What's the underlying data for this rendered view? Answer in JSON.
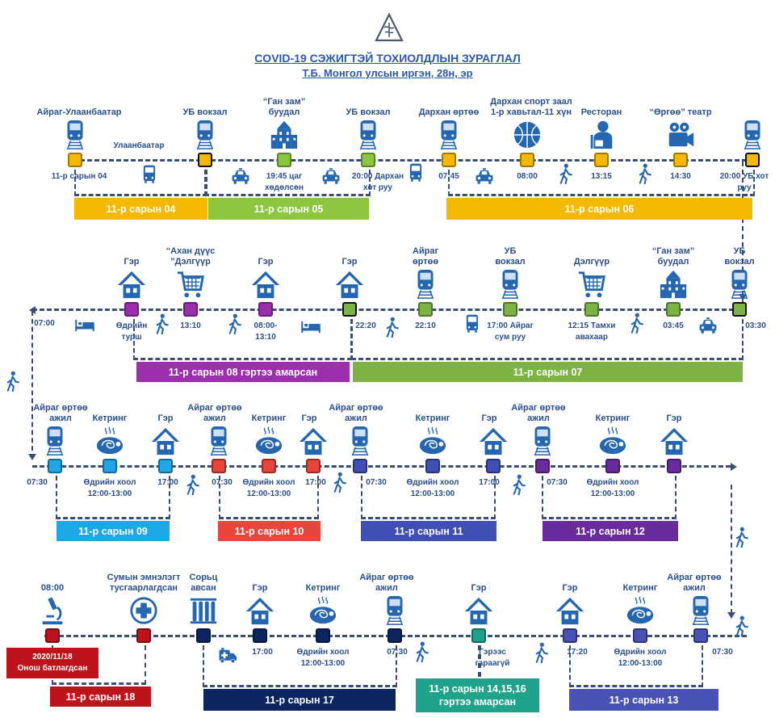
{
  "header": {
    "logo_icon": "medical-triangle-icon",
    "title": "COVID-19 СЭЖИГТЭЙ ТОХИОЛДЛЫН ЗУРАГЛАЛ",
    "subtitle": "Т.Б. Монгол улсын иргэн, 28н, эр"
  },
  "colors": {
    "icon": "#2466b0",
    "line": "#3b4f72",
    "yellow": "#f5b800",
    "green": "#8cc63f",
    "green2": "#7cb342",
    "purple": "#9b2fae",
    "lightblue": "#1ea7e6",
    "red": "#e8453c",
    "indigo": "#3f4fb5",
    "violet": "#6a2c9c",
    "darkred": "#c0121b",
    "navy": "#0b2560",
    "teal": "#1fa38a",
    "blue": "#4a52b8"
  },
  "rows": [
    {
      "nodes": [
        {
          "label": "Айраг-Улаанбаатар",
          "time": "11-р сарын 04",
          "icon": "train",
          "color": "#f5b800"
        },
        {
          "label": "УБ вокзал",
          "time": "",
          "icon": "train",
          "color": "#f5b800"
        },
        {
          "label": "“Ган зам”\nбуудал",
          "time": "19:45 цаг\nхөдөлсөн",
          "icon": "building",
          "color": "#8cc63f"
        },
        {
          "label": "УБ вокзал",
          "time": "20:00 Дархан\nхот руу",
          "icon": "train",
          "color": "#8cc63f"
        },
        {
          "label": "Дархан өртөө",
          "time": "07:45",
          "icon": "train",
          "color": "#f5b800"
        },
        {
          "label": "Дархан спорт заал\n1-р хавьтал-11 хүн",
          "time": "08:00",
          "icon": "basketball",
          "color": "#f5b800"
        },
        {
          "label": "Ресторан",
          "time": "13:15",
          "icon": "restaurant",
          "color": "#f5b800"
        },
        {
          "label": "“Өргөө” театр",
          "time": "14:30",
          "icon": "camera",
          "color": "#f5b800"
        },
        {
          "label": "",
          "time": "20:00 УБ хот\nруу",
          "icon": "train",
          "color": "#f5b800"
        }
      ],
      "transports": [
        {
          "icon": "bus",
          "label": "Улаанбаатар"
        },
        {
          "icon": "car",
          "label": ""
        },
        {
          "icon": "car",
          "label": ""
        },
        {
          "icon": "bus",
          "label": ""
        },
        {
          "icon": "car",
          "label": ""
        },
        {
          "icon": "walk",
          "label": ""
        },
        {
          "icon": "walk",
          "label": ""
        }
      ],
      "bars": [
        {
          "label": "11-р сарын 04",
          "color": "#f5b800"
        },
        {
          "label": "11-р сарын 05",
          "color": "#8cc63f"
        },
        {
          "label": "11-р сарын 06",
          "color": "#f5b800"
        }
      ]
    },
    {
      "nodes": [
        {
          "label": "Гэр",
          "time": "Өдрийн\nтурш",
          "icon": "house",
          "color": "#9b2fae"
        },
        {
          "label": "“Ахан дүүс\n”Дэлгүүр",
          "time": "13:10",
          "icon": "cart",
          "color": "#9b2fae"
        },
        {
          "label": "Гэр",
          "time": "08:00-\n13:10",
          "icon": "house",
          "color": "#9b2fae"
        },
        {
          "label": "Гэр",
          "time": "22:20",
          "icon": "house",
          "color": "#7cb342"
        },
        {
          "label": "Айраг\nөртөө",
          "time": "22:10",
          "icon": "train",
          "color": "#7cb342"
        },
        {
          "label": "УБ\nвокзал",
          "time": "17:00 Айраг\nсум руу",
          "icon": "train",
          "color": "#7cb342"
        },
        {
          "label": "Дэлгүүр",
          "time": "12:15 Тамхи\nавахаар",
          "icon": "cart",
          "color": "#7cb342"
        },
        {
          "label": "“Ган зам”\nбуудал",
          "time": "03:45",
          "icon": "building",
          "color": "#7cb342"
        },
        {
          "label": "УБ\nвокзал",
          "time": "03:30",
          "icon": "train",
          "color": "#7cb342"
        }
      ],
      "transports": [
        {
          "icon": "bed",
          "label": "07:00"
        },
        {
          "icon": "walk",
          "label": ""
        },
        {
          "icon": "walk",
          "label": ""
        },
        {
          "icon": "bed",
          "label": ""
        },
        {
          "icon": "walk",
          "label": ""
        },
        {
          "icon": "bus",
          "label": ""
        },
        {
          "icon": "walk",
          "label": ""
        },
        {
          "icon": "car",
          "label": ""
        }
      ],
      "bars": [
        {
          "label": "11-р сарын 08 гэртээ амарсан",
          "color": "#9b2fae"
        },
        {
          "label": "11-р сарын 07",
          "color": "#7cb342"
        }
      ]
    },
    {
      "nodes": [
        {
          "label": "Айраг өртөө\nажил",
          "time": "07:30",
          "icon": "train",
          "color": "#1ea7e6"
        },
        {
          "label": "Кетринг",
          "time": "Өдрийн хоол\n12:00-13:00",
          "icon": "catering",
          "color": "#1ea7e6"
        },
        {
          "label": "Гэр",
          "time": "17:00",
          "icon": "house",
          "color": "#1ea7e6"
        },
        {
          "label": "Айраг өртөө\nажил",
          "time": "07:30",
          "icon": "train",
          "color": "#e8453c"
        },
        {
          "label": "Кетринг",
          "time": "Өдрийн хоол\n12:00-13:00",
          "icon": "catering",
          "color": "#e8453c"
        },
        {
          "label": "Гэр",
          "time": "17:00",
          "icon": "house",
          "color": "#e8453c"
        },
        {
          "label": "Айраг өртөө\nажил",
          "time": "07:30",
          "icon": "train",
          "color": "#3f4fb5"
        },
        {
          "label": "Кетринг",
          "time": "Өдрийн хоол\n12:00-13:00",
          "icon": "catering",
          "color": "#3f4fb5"
        },
        {
          "label": "Гэр",
          "time": "17:00",
          "icon": "house",
          "color": "#3f4fb5"
        },
        {
          "label": "Айраг өртөө\nажил",
          "time": "07:30",
          "icon": "train",
          "color": "#6a2c9c"
        },
        {
          "label": "Кетринг",
          "time": "Өдрийн хоол\n12:00-13:00",
          "icon": "catering",
          "color": "#6a2c9c"
        },
        {
          "label": "Гэр",
          "time": "",
          "icon": "house",
          "color": "#6a2c9c"
        }
      ],
      "transports": [
        {
          "icon": "walk",
          "label": ""
        },
        {
          "icon": "walk",
          "label": ""
        },
        {
          "icon": "walk",
          "label": ""
        },
        {
          "icon": "walk",
          "label": ""
        },
        {
          "icon": "bed",
          "label": ""
        }
      ],
      "bars": [
        {
          "label": "11-р сарын 09",
          "color": "#1ea7e6"
        },
        {
          "label": "11-р сарын 10",
          "color": "#e8453c"
        },
        {
          "label": "11-р сарын 11",
          "color": "#3f4fb5"
        },
        {
          "label": "11-р сарын 12",
          "color": "#6a2c9c"
        }
      ]
    },
    {
      "nodes": [
        {
          "label": "08:00",
          "time": "",
          "icon": "microscope",
          "color": "#c0121b"
        },
        {
          "label": "Сумын эмнэлэгт\nтусгаарлагдсан",
          "time": "",
          "icon": "medical-cross",
          "color": "#c0121b"
        },
        {
          "label": "Сорьц\nавсан",
          "time": "",
          "icon": "test-tubes",
          "color": "#0b2560"
        },
        {
          "label": "Гэр",
          "time": "17:00",
          "icon": "house",
          "color": "#0b2560"
        },
        {
          "label": "Кетринг",
          "time": "Өдрийн хоол\n12:00-13:00",
          "icon": "catering",
          "color": "#0b2560"
        },
        {
          "label": "Айраг өртөө\nажил",
          "time": "07:30",
          "icon": "train",
          "color": "#0b2560"
        },
        {
          "label": "Гэр",
          "time": "Гэрээс\nгараагүй",
          "icon": "house",
          "color": "#1fa38a"
        },
        {
          "label": "Гэр",
          "time": "17:20",
          "icon": "house",
          "color": "#4a52b8"
        },
        {
          "label": "Кетринг",
          "time": "Өдрийн хоол\n12:00-13:00",
          "icon": "catering",
          "color": "#4a52b8"
        },
        {
          "label": "Айраг өртөө\nажил",
          "time": "07:30",
          "icon": "train",
          "color": "#4a52b8"
        }
      ],
      "transports": [
        {
          "icon": "ambulance",
          "label": ""
        },
        {
          "icon": "walk",
          "label": ""
        },
        {
          "icon": "walk",
          "label": ""
        },
        {
          "icon": "walk",
          "label": ""
        },
        {
          "icon": "walk",
          "label": ""
        }
      ],
      "diagnosis": "2020/11/18\nОнош батлагдсан",
      "bars": [
        {
          "label": "11-р сарын 18",
          "color": "#c0121b"
        },
        {
          "label": "11-р сарын 17",
          "color": "#0b2560"
        },
        {
          "label": "11-р сарын 14,15,16\nгэртээ амарсан",
          "color": "#1fa38a"
        },
        {
          "label": "11-р сарын 13",
          "color": "#4a52b8"
        }
      ]
    }
  ]
}
